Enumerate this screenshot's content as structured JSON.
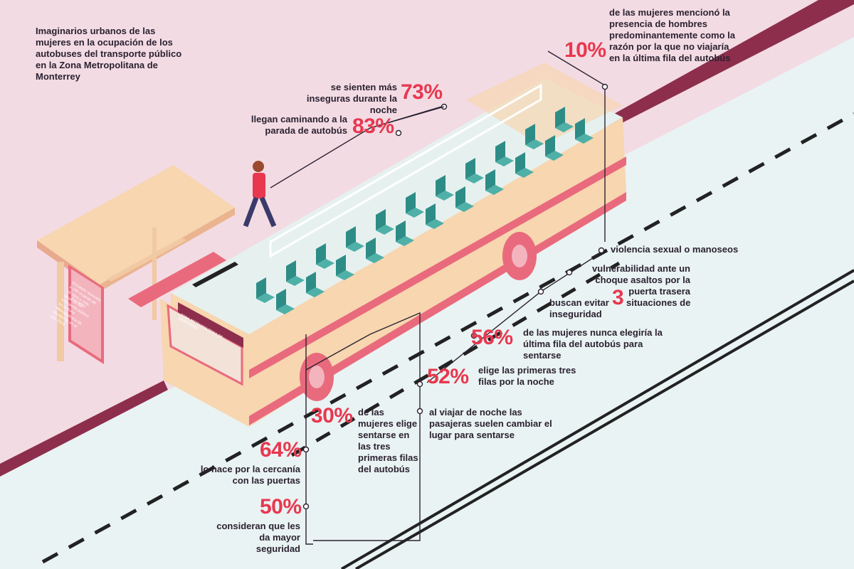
{
  "title": "Imaginarios urbanos de las mujeres en la ocupación de los autobuses del transporte público en la Zona Metropolitana de Monterrey",
  "colors": {
    "background_pink": "#f3dbe4",
    "street": "#e9f3f3",
    "accent_red": "#e8384f",
    "curb": "#8c2e4c",
    "bus_body": "#f7d6b0",
    "seat_teal": "#2e8c86"
  },
  "bus_sign": "ZONA METROPOLITANA DE MONTERREY",
  "shelter_sign": "Encuesta realizada a 100 mujeres de 18 años y más, usuarias del transporte público en la Zona Metropolitana de Monterrey en el año 2019",
  "stats": {
    "fila_ultima": {
      "value": "10%",
      "text": "de las mujeres mencionó la presencia de hombres predominantemente como la razón por la que no viajaría en la última fila del autobús"
    },
    "noche": {
      "value": "73%",
      "text": "se sienten más inseguras durante la noche"
    },
    "caminando": {
      "value": "83%",
      "text": "llegan caminando a la parada de autobús"
    },
    "violencia": {
      "text": "violencia sexual o manoseos"
    },
    "vulnerabilidad": {
      "text": "vulnerabilidad ante un choque asaltos por la puerta trasera"
    },
    "evitar": {
      "pre": "buscan evitar",
      "value": "3",
      "post": "situaciones de inseguridad"
    },
    "nunca": {
      "value": "56%",
      "text": "de las mujeres nunca elegiría la última fila del autobús para sentarse"
    },
    "primeras_noche": {
      "value": "52%",
      "text": "elige las primeras tres filas por la noche"
    },
    "cambiar": {
      "text": "al viajar de noche las pasajeras suelen cambiar el lugar para sentarse"
    },
    "tres_filas": {
      "value": "30%",
      "text": "de las mujeres elige sentarse en las tres primeras filas del autobús"
    },
    "cercania": {
      "value": "64%",
      "text": "lo hace por la cercanía con las puertas"
    },
    "seguridad": {
      "value": "50%",
      "text": "consideran que les da mayor seguridad"
    }
  }
}
